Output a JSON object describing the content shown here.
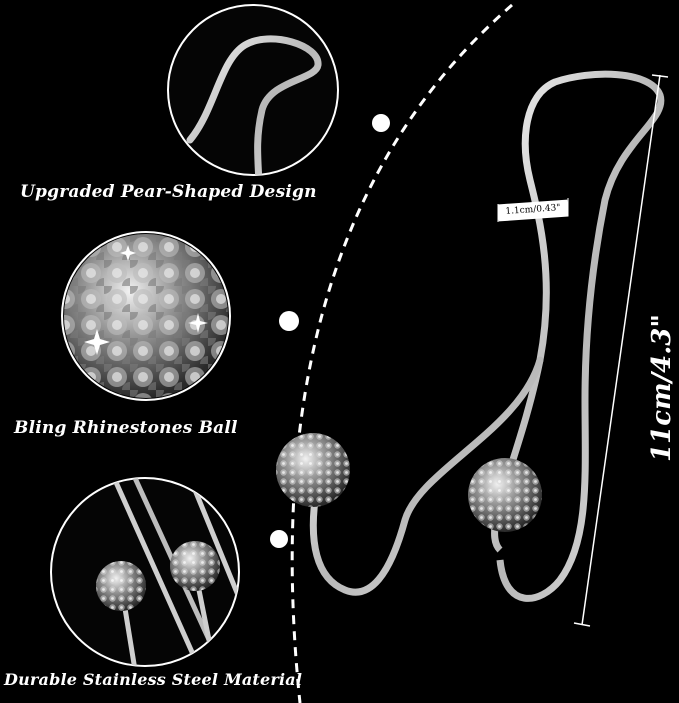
{
  "features": {
    "pear_shape": "Upgraded Pear-Shaped Design",
    "rhinestone_ball": "Bling Rhinestones Ball",
    "steel_material": "Durable Stainless Steel Material"
  },
  "measurements": {
    "wire_width": "1.1cm/0.43\"",
    "height": "11cm/4.3\""
  },
  "colors": {
    "background": "#000000",
    "text": "#ffffff",
    "metal": "#c8c8c8",
    "rhinestone": "#8a8a8a"
  }
}
